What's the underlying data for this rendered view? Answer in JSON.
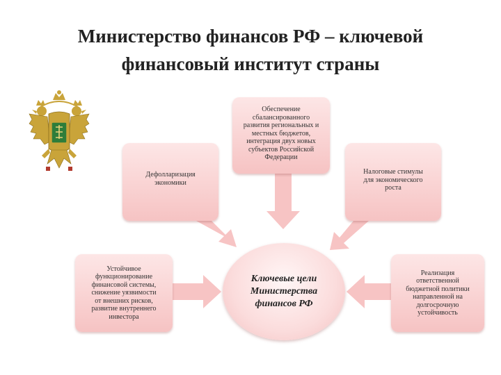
{
  "slide": {
    "title_line1": "Министерство финансов РФ – ключевой",
    "title_line2": "финансовый институт страны"
  },
  "diagram": {
    "center": [
      "Ключевые цели",
      "Министерства",
      "финансов РФ"
    ],
    "boxes": {
      "dedollarization": [
        "Дефолларизация",
        "экономики"
      ],
      "balance": [
        "Обеспечение",
        "сбалансированного",
        "развития региональных и",
        "местных бюджетов,",
        "интеграция двух новых",
        "субъектов Российской",
        "Федерации"
      ],
      "tax": [
        "Налоговые стимулы",
        "для экономического",
        "роста"
      ],
      "stability": [
        "Устойчивое",
        "функционирование",
        "финансовой системы,",
        "снижение уязвимости",
        "от внешних рисков,",
        "развитие внутреннего",
        "инвестора"
      ],
      "policy": [
        "Реализация",
        "ответственной",
        "бюджетной политики",
        "направленной на",
        "долгосрочную",
        "устойчивость"
      ]
    }
  },
  "colors": {
    "box_fill": "#f6c3c3",
    "arrow_fill": "#f7c4c4",
    "emblem_gold": "#c9a43a",
    "emblem_green": "#2e7d3a",
    "emblem_red": "#b23a2e"
  },
  "icons": {
    "emblem": "russian-coat-of-arms-icon"
  }
}
